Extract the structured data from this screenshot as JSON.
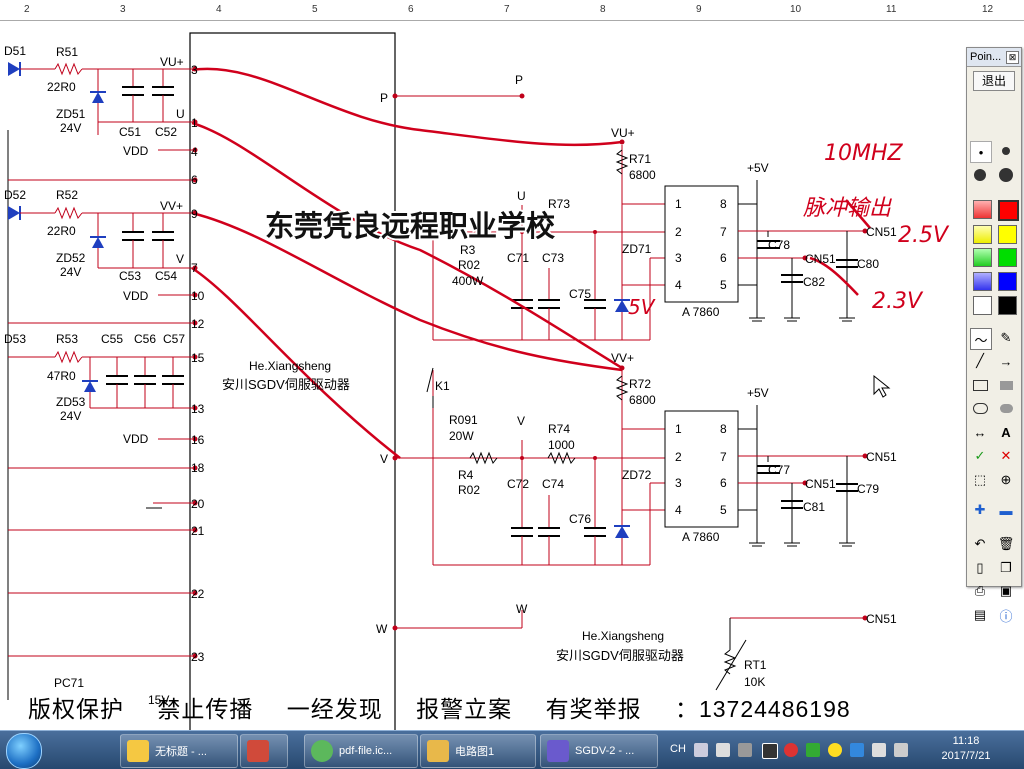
{
  "ruler": {
    "marks": [
      "2",
      "3",
      "4",
      "5",
      "6",
      "7",
      "8",
      "9",
      "10",
      "11",
      "12"
    ]
  },
  "schematic": {
    "watermark": "东莞凭良远程职业学校",
    "labels": {
      "d51": "D51",
      "r51": "R51",
      "r51v": "22R0",
      "zd51": "ZD51",
      "zd51v": "24V",
      "c51": "C51",
      "c52": "C52",
      "vup": "VU+",
      "u": "U",
      "vdd1": "VDD",
      "p3": "3",
      "p1": "1",
      "p4": "4",
      "p6": "6",
      "d52": "D52",
      "r52": "R52",
      "r52v": "22R0",
      "zd52": "ZD52",
      "zd52v": "24V",
      "c53": "C53",
      "c54": "C54",
      "vvp": "VV+",
      "v": "V",
      "vdd2": "VDD",
      "p9": "9",
      "p7": "7",
      "p10": "10",
      "p12": "12",
      "d53": "D53",
      "r53": "R53",
      "r53v": "47R0",
      "zd53": "ZD53",
      "zd53v": "24V",
      "c55": "C55",
      "c56": "C56",
      "c57": "C57",
      "p15": "15",
      "p13": "13",
      "vdd3": "VDD",
      "p16": "16",
      "p18": "18",
      "p20": "20",
      "p21": "21",
      "p22": "22",
      "p23": "23",
      "pc71": "PC71",
      "v15": "15V",
      "author": "He.Xiangsheng",
      "title": "安川SGDV伺服驱动器",
      "pP": "P",
      "pP2": "P",
      "vV": "V",
      "pW": "W",
      "pW2": "W",
      "vup2": "VU+",
      "r71": "R71",
      "r71v": "6800",
      "u2": "U",
      "r73": "R73",
      "r3": "R3",
      "r3v": "R02",
      "r3w": "400W",
      "c71": "C71",
      "c73": "C73",
      "c75": "C75",
      "zd71": "ZD71",
      "i1": "1",
      "i2": "2",
      "i3": "3",
      "i4": "4",
      "i5": "5",
      "i6": "6",
      "i7": "7",
      "i8": "8",
      "a7860": "A 7860",
      "p5v": "+5V",
      "c78": "C78",
      "cn51a": "CN51",
      "cn51b": "CN51",
      "c82": "C82",
      "c80": "C80",
      "k1": "K1",
      "vvp2": "VV+",
      "r72": "R72",
      "r72v": "6800",
      "r091": "R091",
      "r091w": "20W",
      "v3": "V",
      "r74": "R74",
      "r74v": "1000",
      "r4": "R4",
      "r4v": "R02",
      "c72": "C72",
      "c74": "C74",
      "c76": "C76",
      "zd72": "ZD72",
      "j1": "1",
      "j2": "2",
      "j3": "3",
      "j4": "4",
      "j5": "5",
      "j6": "6",
      "j7": "7",
      "j8": "8",
      "a7860b": "A 7860",
      "p5v2": "+5V",
      "c77": "C77",
      "cn51c": "CN51",
      "cn51d": "CN51",
      "c81": "C81",
      "c79": "C79",
      "cn51e": "CN51",
      "rt1": "RT1",
      "rt1v": "10K",
      "author2": "He.Xiangsheng",
      "title2": "安川SGDV伺服驱动器"
    },
    "handwriting": {
      "freq": "10MHZ",
      "output": "脉冲输出",
      "v25": "2.5V",
      "v5": "5V",
      "v23": "2.3V"
    }
  },
  "palette": {
    "title": "Poin...",
    "close": "⊠",
    "exit": "退出"
  },
  "ticker": [
    "版权保护",
    "禁止传播",
    "一经发现",
    "报警立案",
    "有奖举报",
    "：13724486198"
  ],
  "taskbar": {
    "items": [
      {
        "label": "无标题 - ...",
        "color": "#f5c842"
      },
      {
        "label": "",
        "color": "#d04a3a"
      },
      {
        "label": "pdf-file.ic...",
        "color": "#5cb85c"
      },
      {
        "label": "电路图1",
        "color": "#e8b84a"
      },
      {
        "label": "SGDV-2 - ...",
        "color": "#6a5acd"
      }
    ],
    "ime": "CH",
    "time": "11:18",
    "date": "2017/7/21"
  }
}
